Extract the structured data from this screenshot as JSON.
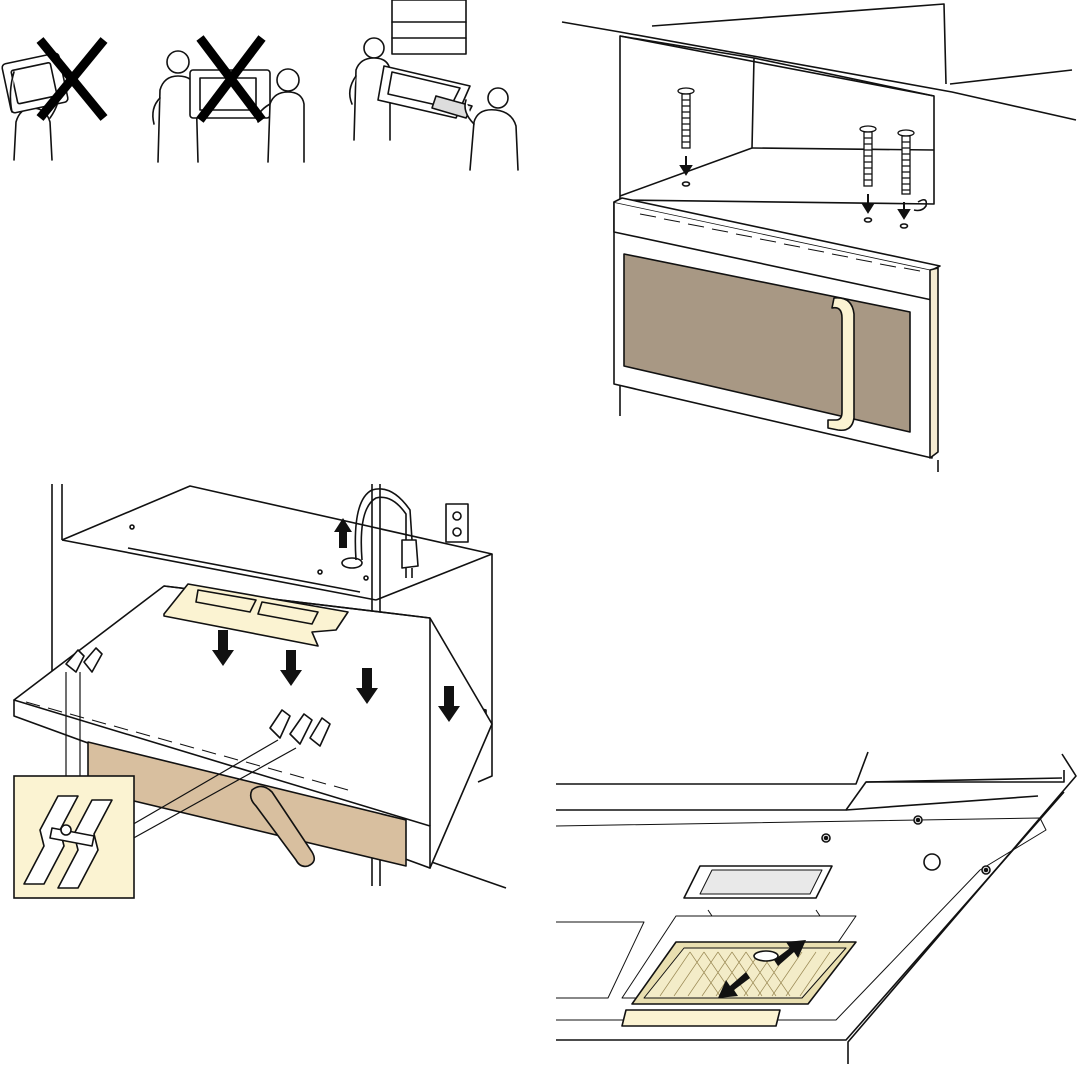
{
  "page": {
    "background": "#ffffff",
    "line_color": "#111111",
    "microwave_window_color": "#a89884",
    "cream_highlight_color": "#fbf3d2",
    "tan_panel_color": "#d8bf9f",
    "filter_mesh_color": "#e9dfb0"
  },
  "panels": {
    "lifting_methods": {
      "figures": [
        {
          "method": "one-person-lift",
          "allowed": false,
          "mark_icon": "x-mark-icon"
        },
        {
          "method": "two-person-side-lift",
          "allowed": false,
          "mark_icon": "x-mark-icon"
        },
        {
          "method": "two-person-tilted-lift",
          "allowed": true,
          "mark_icon": ""
        }
      ]
    },
    "mounting_bolts": {
      "bolt_count": 3,
      "arrow_direction": "down"
    },
    "hanging_on_plate": {
      "plate_arrow_count": 4,
      "cord_arrow_direction": "up",
      "callout_icon": "mounting-clip-icon"
    },
    "filter_removal": {
      "arrow_directions": [
        "up-right",
        "down-left"
      ]
    }
  }
}
